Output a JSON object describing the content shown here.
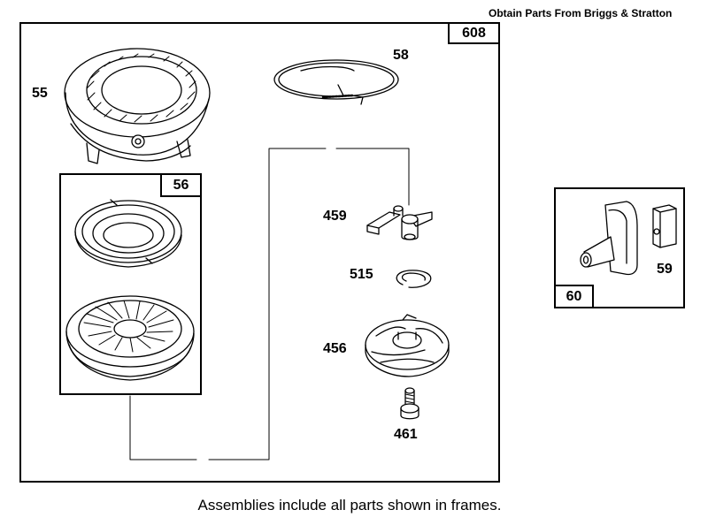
{
  "header": {
    "text": "Obtain Parts From Briggs & Stratton"
  },
  "footer": {
    "text": "Assemblies include all parts shown in frames."
  },
  "frames": {
    "main": {
      "number": "608"
    },
    "spring_pulley": {
      "number": "56"
    },
    "handle": {
      "number": "60"
    }
  },
  "callouts": {
    "housing": "55",
    "pawl_spring": "58",
    "pawl": "459",
    "retainer_ring": "515",
    "pawl_plate": "456",
    "screw": "461",
    "clip": "59"
  },
  "icons": {
    "housing": "blower-housing-icon",
    "rewind_spring": "rewind-spring-icon",
    "pulley": "starter-pulley-icon",
    "pawl_spring": "pawl-spring-icon",
    "pawl": "pawl-icon",
    "ring": "retainer-ring-icon",
    "plate": "pawl-plate-icon",
    "screw": "shoulder-screw-icon",
    "handle": "starter-handle-icon",
    "clip": "handle-clip-icon"
  }
}
